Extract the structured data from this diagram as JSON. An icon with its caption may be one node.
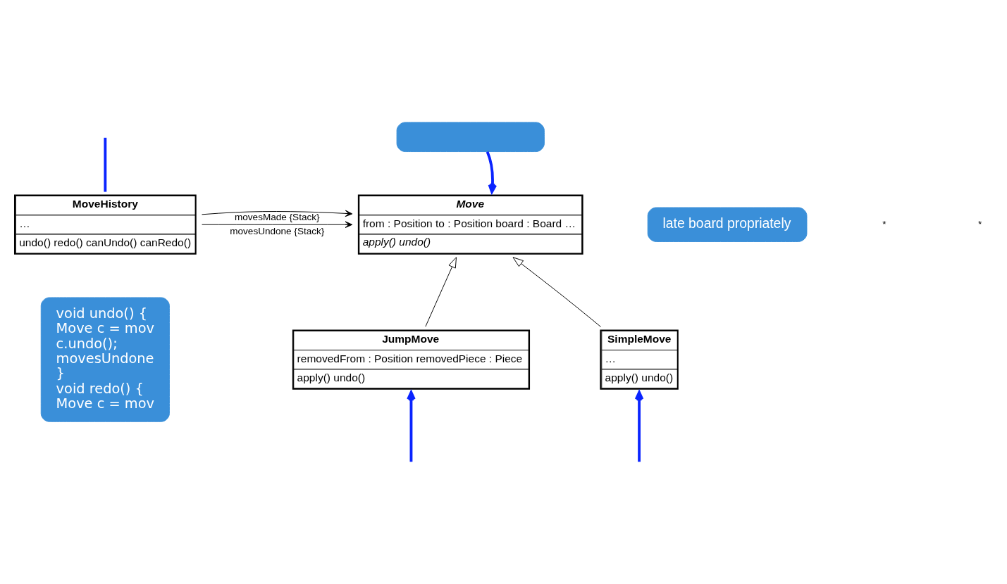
{
  "diagram": {
    "nodes": [
      {
        "text": [],
        "shape": "box"
      },
      {
        "text": [
          "Move",
          "from : Position to : Position board : Board …",
          "apply() undo()"
        ]
      },
      {
        "text": [
          "late board propriately"
        ]
      },
      {
        "text": [
          "MoveHistory",
          "…",
          "undo() redo() canUndo() canRedo()"
        ]
      },
      {
        "text": [
          "SimpleMove",
          "…",
          "apply() undo()"
        ]
      },
      {
        "text": [
          "JumpMove",
          "removedFrom : Position removedPiece : Piece",
          "apply() undo()"
        ]
      },
      {
        "text": [
          "void undo() {",
          "Move c = mov",
          "c.undo();",
          "movesUndone",
          "}",
          "void redo() {",
          "Move c = mov"
        ]
      }
    ],
    "edges": [
      {
        "from": 0,
        "to": 1,
        "arrow": "to",
        "style": "thick"
      },
      {
        "from": 3,
        "to": 1,
        "arrow": "to",
        "label": "movesMade {Stack}",
        "color": "#000000"
      },
      {
        "from": 3,
        "to": 1,
        "arrow": "to",
        "label": "movesUndone {Stack}",
        "color": "#000000"
      },
      {
        "from": 4,
        "to": 1,
        "arrow": "to",
        "color": "#000000"
      },
      {
        "from": 5,
        "to": 1,
        "arrow": "to",
        "color": "#000000"
      },
      {
        "from": 3,
        "to": null,
        "arrow": "none",
        "style": "thick"
      },
      {
        "from": null,
        "to": 4,
        "arrow": "to",
        "style": "thick"
      },
      {
        "from": null,
        "to": 5,
        "arrow": "to",
        "style": "thick"
      }
    ],
    "labels": [
      "*",
      "*"
    ]
  }
}
